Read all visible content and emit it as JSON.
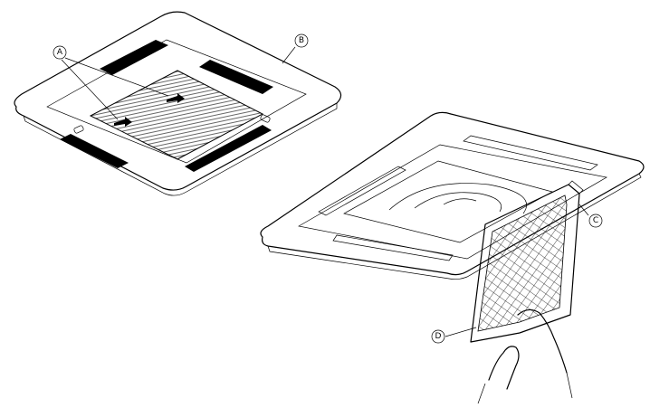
{
  "callouts": {
    "a": {
      "label": "A"
    },
    "b": {
      "label": "B"
    },
    "c": {
      "label": "C"
    },
    "d": {
      "label": "D"
    }
  },
  "colors": {
    "line": "#000000",
    "background": "#ffffff",
    "vane": "#000000"
  }
}
